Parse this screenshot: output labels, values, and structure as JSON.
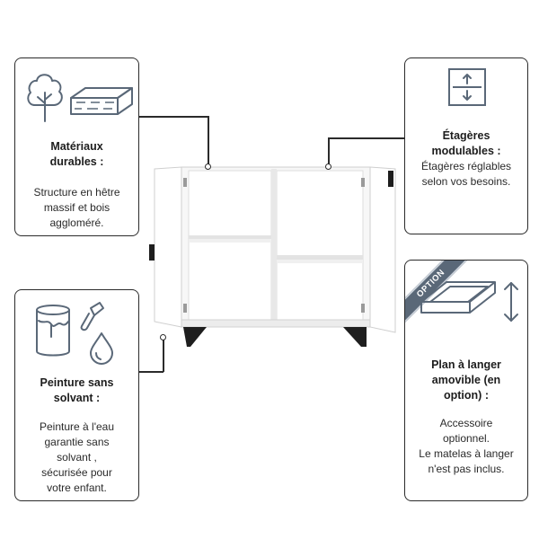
{
  "materials": {
    "title_line1": "Matériaux",
    "title_line2": "durables :",
    "body_line1": "Structure en hêtre",
    "body_line2": "massif et bois",
    "body_line3": "aggloméré.",
    "icons": [
      "tree-icon",
      "wood-board-icon"
    ]
  },
  "shelves": {
    "title_line1": "Étagères",
    "title_line2": "modulables :",
    "body_line1": "Étagères réglables",
    "body_line2": "selon vos besoins.",
    "icons": [
      "adjustable-shelf-icon"
    ]
  },
  "paint": {
    "title_line1": "Peinture sans",
    "title_line2": "solvant :",
    "body_line1": "Peinture à l'eau",
    "body_line2": "garantie sans",
    "body_line3": "solvant ,",
    "body_line4": "sécurisée pour",
    "body_line5": "votre enfant.",
    "icons": [
      "paint-can-icon",
      "paint-brush-icon",
      "water-drop-icon"
    ]
  },
  "changing": {
    "badge": "OPTION",
    "title_line1": "Plan à langer",
    "title_line2": "amovible (en",
    "title_line3": "option) :",
    "body_line1": "Accessoire",
    "body_line2": "optionnel.",
    "body_line3": "Le matelas à langer",
    "body_line4": "n'est pas inclus.",
    "icons": [
      "changing-tray-icon",
      "vertical-arrows-icon"
    ]
  },
  "colors": {
    "outline": "#2b2b2b",
    "icon_stroke": "#5a6878",
    "ribbon": "#5a6878",
    "cabinet": "#ffffff",
    "cabinet_shadow": "#d9d9d9",
    "legs": "#1e1e1e"
  }
}
